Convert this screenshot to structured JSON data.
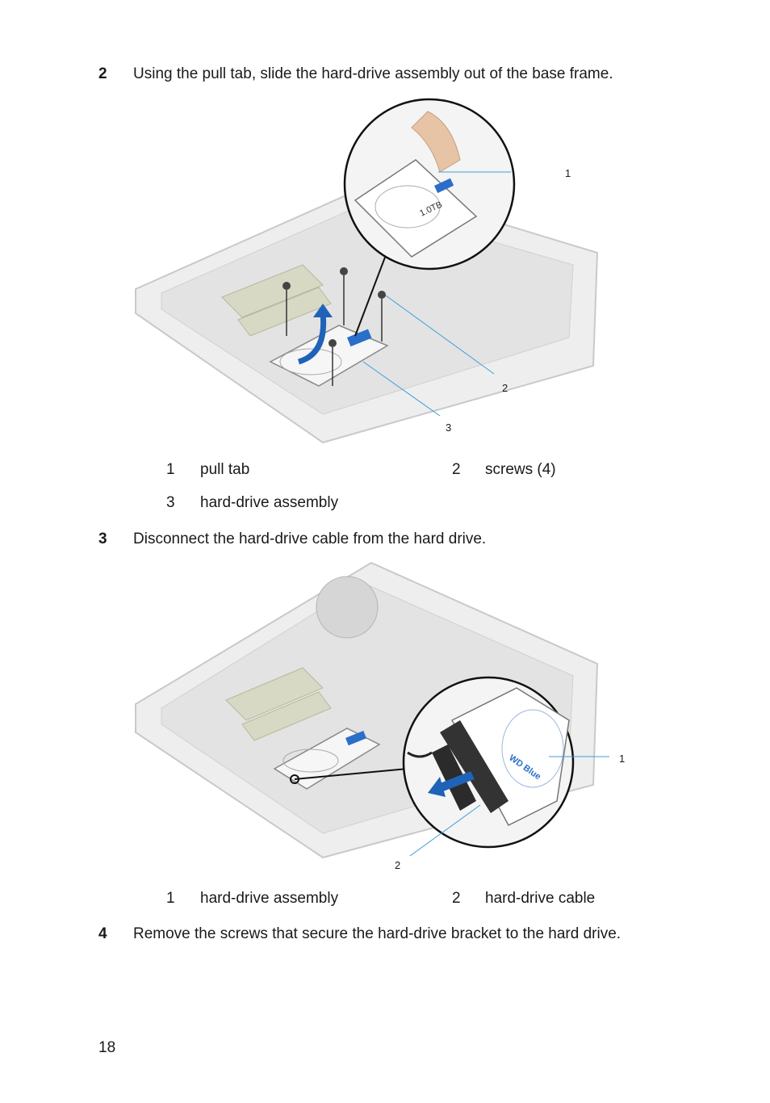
{
  "steps": [
    {
      "number": "2",
      "text": "Using the pull tab, slide the hard-drive assembly out of the base frame."
    },
    {
      "number": "3",
      "text": "Disconnect the hard-drive cable from the hard drive."
    },
    {
      "number": "4",
      "text": "Remove the screws that secure the hard-drive bracket to the hard drive."
    }
  ],
  "figure1": {
    "callouts": [
      "1",
      "2",
      "3"
    ],
    "drive_label": "1.0TB",
    "legend": [
      {
        "number": "1",
        "label": "pull tab"
      },
      {
        "number": "2",
        "label": "screws (4)"
      },
      {
        "number": "3",
        "label": "hard-drive assembly"
      }
    ]
  },
  "figure2": {
    "callouts": [
      "1",
      "2"
    ],
    "drive_label": "WD Blue",
    "legend": [
      {
        "number": "1",
        "label": "hard-drive assembly"
      },
      {
        "number": "2",
        "label": "hard-drive cable"
      }
    ]
  },
  "page_number": "18",
  "colors": {
    "callout_line": "#3b9fd8",
    "arrow": "#1f63b8",
    "drive_label": "#2a6fc9"
  }
}
